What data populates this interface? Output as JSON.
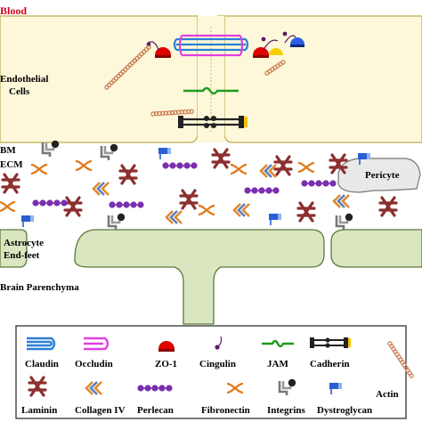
{
  "diagram": {
    "region_labels": {
      "blood": "Blood",
      "endothelial_line1": "Endothelial",
      "endothelial_line2": "Cells",
      "bm_top": "BM",
      "ecm": "ECM",
      "pericyte": "Pericyte",
      "astrocyte_line1": "Astrocyte",
      "astrocyte_line2": "End-feet",
      "brain": "Brain Parenchyma"
    },
    "colors": {
      "blood_label": "#d0021b",
      "cell_fill": "#fdf8da",
      "cell_stroke": "#c8b96a",
      "astro_fill": "#d9e6c0",
      "astro_stroke": "#5f7a3a",
      "pericyte_fill": "#e9e9e9",
      "claudin": "#2a7fd4",
      "occludin": "#e040e0",
      "zo1": "#e00000",
      "cingulin": "#5a1a66",
      "jam": "#1e9a1e",
      "cadherin": "#222222",
      "actin": "#c87a50",
      "laminin": "#8b2f2f",
      "collagen_a": "#e08a2a",
      "collagen_b": "#5a7fc0",
      "perlecan": "#7a2fb0",
      "fibronectin": "#e07a1a",
      "integrin": "#6a6a6a",
      "dystroglycan": "#2a5fd4"
    },
    "legend": {
      "items": [
        {
          "label": "Claudin",
          "icon": "claudin-icon"
        },
        {
          "label": "Occludin",
          "icon": "occludin-icon"
        },
        {
          "label": "ZO-1",
          "icon": "zo1-icon"
        },
        {
          "label": "Cingulin",
          "icon": "cingulin-icon"
        },
        {
          "label": "JAM",
          "icon": "jam-icon"
        },
        {
          "label": "Cadherin",
          "icon": "cadherin-icon"
        },
        {
          "label": "Actin",
          "icon": "actin-icon"
        },
        {
          "label": "Laminin",
          "icon": "laminin-icon"
        },
        {
          "label": "Collagen IV",
          "icon": "collagen-icon"
        },
        {
          "label": "Perlecan",
          "icon": "perlecan-icon"
        },
        {
          "label": "Fibronectin",
          "icon": "fibronectin-icon"
        },
        {
          "label": "Integrins",
          "icon": "integrin-icon"
        },
        {
          "label": "Dystroglycan",
          "icon": "dystroglycan-icon"
        }
      ]
    }
  }
}
